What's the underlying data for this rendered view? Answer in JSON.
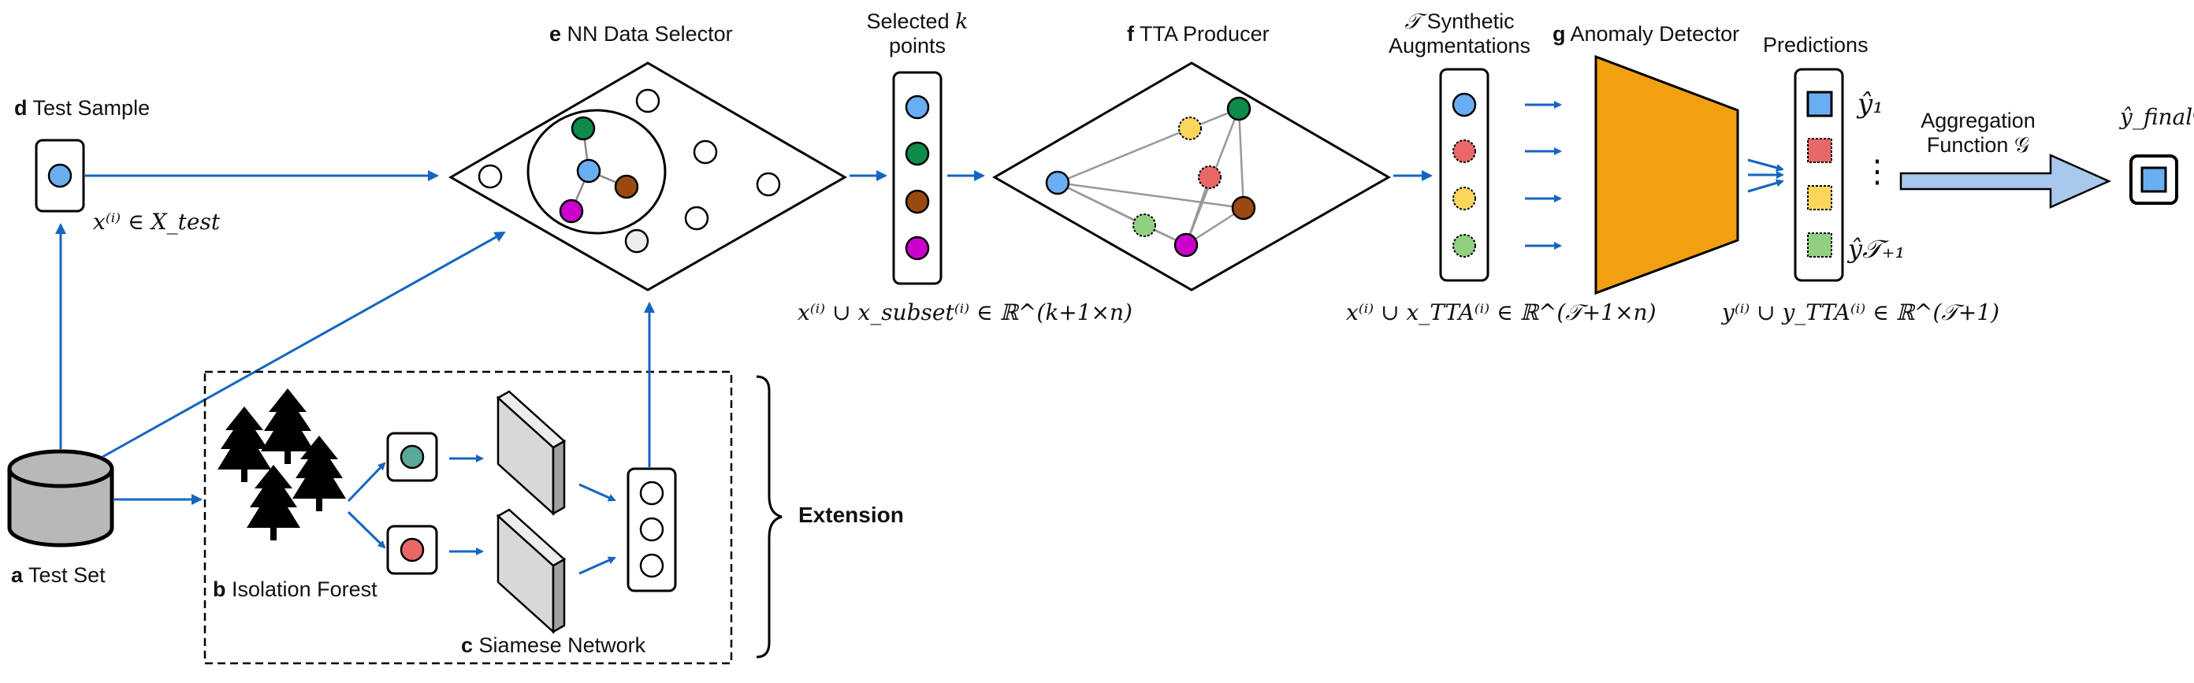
{
  "labels": {
    "test_sample": {
      "letter": "d",
      "text": "Test Sample"
    },
    "test_set": {
      "letter": "a",
      "text": "Test Set"
    },
    "isolation_forest": {
      "letter": "b",
      "text": "Isolation Forest"
    },
    "siamese_network": {
      "letter": "c",
      "text": "Siamese Network"
    },
    "nn_selector": {
      "letter": "e",
      "text": "NN Data Selector"
    },
    "selected_points_line1": "Selected",
    "selected_points_var": "k",
    "selected_points_line2": "points",
    "tta_producer": {
      "letter": "f",
      "text": "TTA Producer"
    },
    "synthetic_var": "𝒯",
    "synthetic_line1": "Synthetic",
    "synthetic_line2": "Augmentations",
    "anomaly_detector": {
      "letter": "g",
      "text": "Anomaly Detector"
    },
    "predictions": "Predictions",
    "aggregation_line1": "Aggregation",
    "aggregation_line2": "Function 𝒢",
    "extension": "Extension"
  },
  "math": {
    "test_sample_expr": "x⁽ⁱ⁾ ∈ X_test",
    "subset_expr": "x⁽ⁱ⁾ ∪ x_subset⁽ⁱ⁾ ∈ ℝ^(k+1×n)",
    "tta_expr": "x⁽ⁱ⁾ ∪ x_TTA⁽ⁱ⁾ ∈ ℝ^(𝒯+1×n)",
    "pred_expr": "y⁽ⁱ⁾ ∪ y_TTA⁽ⁱ⁾ ∈ ℝ^(𝒯+1)",
    "y_hat_1": "ŷ₁",
    "y_hat_T1": "ŷ𝒯₊₁",
    "y_final": "ŷ_final⁽ⁱ⁾",
    "ellipsis": "⋮"
  },
  "colors": {
    "arrow": "#1565c0",
    "blue": "#6aaef2",
    "green": "#0e8a4a",
    "brown": "#9a4a10",
    "magenta": "#cc00cc",
    "teal": "#5aa898",
    "red": "#e86868",
    "yellow": "#fbd65a",
    "lightgreen": "#90d080",
    "orange": "#f0a010",
    "gray": "#b8b8b8",
    "aggregation_arrow": "#a9c8ee"
  }
}
